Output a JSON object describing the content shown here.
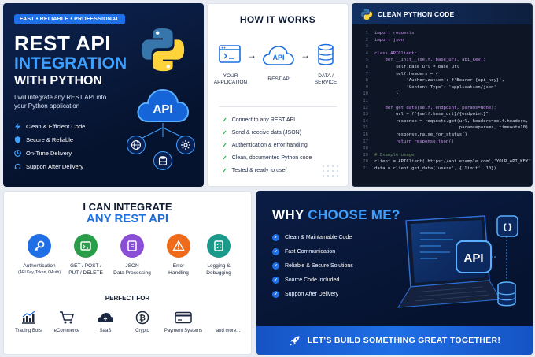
{
  "panel1": {
    "badge": "FAST • RELIABLE • PROFESSIONAL",
    "title_line1": "REST API",
    "title_line2": "INTEGRATION",
    "title_line3": "WITH PYTHON",
    "subtitle": "I will integrate any REST API into your Python application",
    "features": [
      "Clean & Efficient Code",
      "Secure & Reliable",
      "On-Time Delivery",
      "Support After Delivery"
    ],
    "cloud_label": "API"
  },
  "panel2": {
    "title": "HOW IT WORKS",
    "flow": {
      "app_label": "YOUR APPLICATION",
      "api_label": "REST API",
      "data_label": "DATA / SERVICE",
      "cloud_text": "API"
    },
    "checks": [
      "Connect to any REST API",
      "Send & receive data (JSON)",
      "Authentication & error handling",
      "Clean, documented Python code",
      "Tested & ready to use("
    ]
  },
  "panel3": {
    "title": "CLEAN PYTHON CODE",
    "lines": [
      {
        "n": "1",
        "t": "import requests"
      },
      {
        "n": "2",
        "t": "import json"
      },
      {
        "n": "3",
        "t": ""
      },
      {
        "n": "4",
        "t": "class APIClient:"
      },
      {
        "n": "5",
        "t": "    def __init__(self, base_url, api_key):"
      },
      {
        "n": "6",
        "t": "        self.base_url = base_url"
      },
      {
        "n": "7",
        "t": "        self.headers = {"
      },
      {
        "n": "8",
        "t": "            'Authorization': f'Bearer {api_key}',"
      },
      {
        "n": "9",
        "t": "            'Content-Type': 'application/json'"
      },
      {
        "n": "10",
        "t": "        }"
      },
      {
        "n": "11",
        "t": ""
      },
      {
        "n": "12",
        "t": "    def get_data(self, endpoint, params=None):"
      },
      {
        "n": "13",
        "t": "        url = f\"{self.base_url}/{endpoint}\""
      },
      {
        "n": "14",
        "t": "        response = requests.get(url, headers=self.headers,"
      },
      {
        "n": "15",
        "t": "                                params=params, timeout=10)"
      },
      {
        "n": "16",
        "t": "        response.raise_for_status()"
      },
      {
        "n": "17",
        "t": "        return response.json()"
      },
      {
        "n": "18",
        "t": ""
      },
      {
        "n": "19",
        "t": "# Example usage"
      },
      {
        "n": "20",
        "t": "client = APIClient('https://api.example.com','YOUR_API_KEY')"
      },
      {
        "n": "21",
        "t": "data = client.get_data('users', {'limit': 10})"
      }
    ]
  },
  "panel4": {
    "heading1": "I CAN INTEGRATE",
    "heading2": "ANY REST API",
    "services": [
      {
        "l1": "Authentication",
        "l2": "(API Key, Token, OAuth)",
        "color": "#1f6fe6",
        "icon": "key-icon"
      },
      {
        "l1": "GET / POST /",
        "l2": "PUT / DELETE",
        "color": "#2a9d4b",
        "icon": "http-methods-icon"
      },
      {
        "l1": "JSON",
        "l2": "Data Processing",
        "color": "#8b4fd6",
        "icon": "json-icon"
      },
      {
        "l1": "Error",
        "l2": "Handling",
        "color": "#ef6a1a",
        "icon": "warning-icon"
      },
      {
        "l1": "Logging &",
        "l2": "Debugging",
        "color": "#1a9a8a",
        "icon": "log-icon"
      }
    ],
    "perfect_for": "PERFECT FOR",
    "industries": [
      {
        "label": "Trading Bots",
        "icon": "chart-icon"
      },
      {
        "label": "eCommerce",
        "icon": "cart-icon"
      },
      {
        "label": "SaaS",
        "icon": "cloud-icon"
      },
      {
        "label": "Crypto",
        "icon": "bitcoin-icon"
      },
      {
        "label": "Payment Systems",
        "icon": "card-icon"
      },
      {
        "label": "and more...",
        "icon": ""
      }
    ]
  },
  "panel5": {
    "why": "WHY",
    "choose": "CHOOSE ME?",
    "items": [
      "Clean & Maintainable Code",
      "Fast Communication",
      "Reliable & Secure Solutions",
      "Source Code Included",
      "Support After Delivery"
    ],
    "api_badge": "API",
    "braces": "{ }",
    "banner": "LET'S BUILD SOMETHING GREAT TOGETHER!"
  }
}
